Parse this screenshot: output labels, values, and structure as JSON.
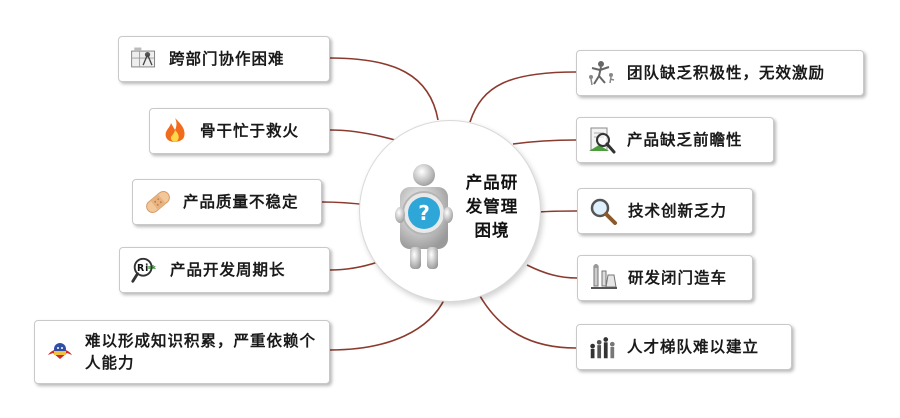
{
  "center": {
    "title": "产品研发管理困境"
  },
  "left_nodes": [
    {
      "label": "跨部门协作困难",
      "icon": "drafting-tools-icon"
    },
    {
      "label": "骨干忙于救火",
      "icon": "fire-icon"
    },
    {
      "label": "产品质量不稳定",
      "icon": "bandage-icon"
    },
    {
      "label": "产品开发周期长",
      "icon": "risk-magnifier-icon"
    },
    {
      "label": "难以形成知识积累，严重依赖个人能力",
      "icon": "superhero-icon"
    }
  ],
  "right_nodes": [
    {
      "label": "团队缺乏积极性，无效激励",
      "icon": "dispersing-figures-icon"
    },
    {
      "label": "产品缺乏前瞻性",
      "icon": "search-document-icon"
    },
    {
      "label": "技术创新乏力",
      "icon": "magnifier-icon"
    },
    {
      "label": "研发闭门造车",
      "icon": "lab-equipment-icon"
    },
    {
      "label": "人才梯队难以建立",
      "icon": "people-group-icon"
    }
  ],
  "colors": {
    "connector": "#8b3a2e",
    "node_border": "#c9c9c9",
    "question_mark": "#2ea7d8"
  }
}
